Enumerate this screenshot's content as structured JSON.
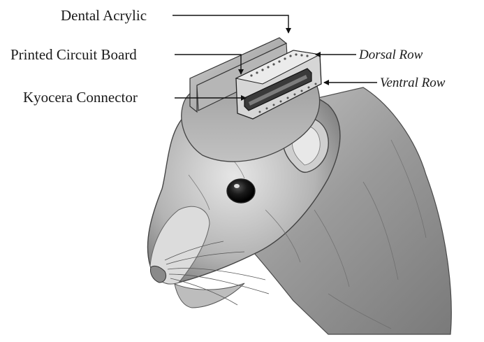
{
  "labels": {
    "dental_acrylic": "Dental Acrylic",
    "printed_circuit_board": "Printed Circuit Board",
    "kyocera_connector": "Kyocera Connector",
    "dorsal_row": "Dorsal Row",
    "ventral_row": "Ventral Row"
  },
  "colors": {
    "ink": "#1a1a1a",
    "background": "#ffffff",
    "shading_dark": "#5a5a5a",
    "shading_light": "#d8d8d8"
  },
  "icons": {
    "illustration": "rat-head-with-implant-illustration",
    "arrowhead": "arrowhead-icon"
  }
}
